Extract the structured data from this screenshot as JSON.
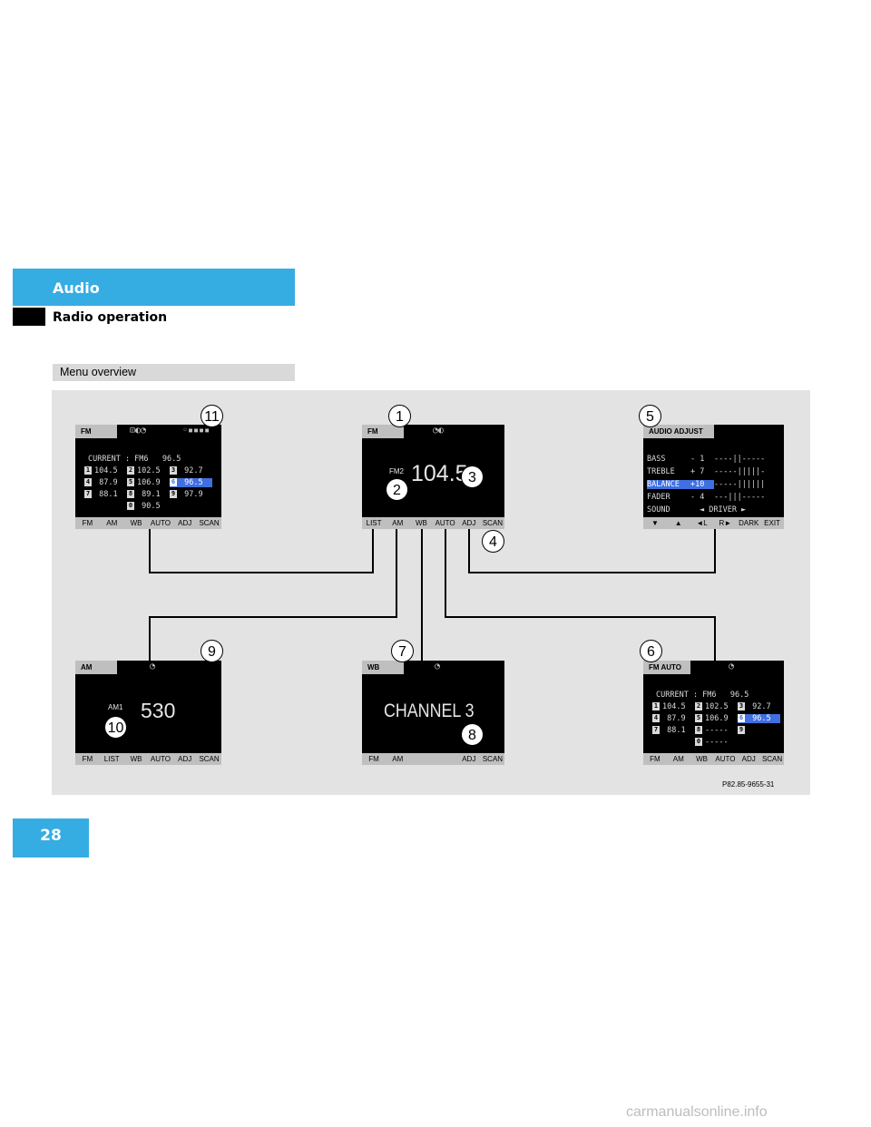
{
  "header": {
    "section": "Audio",
    "subsection": "Radio operation"
  },
  "menu_overview_label": "Menu overview",
  "page_number": "28",
  "watermark": "carmanualsonline.info",
  "figure_code": "P82.85-9655-31",
  "screens": {
    "s11": {
      "tab": "FM",
      "current": "CURRENT : FM6   96.5",
      "presets": [
        [
          "1",
          "104.5",
          "2",
          "102.5",
          "3",
          " 92.7"
        ],
        [
          "4",
          " 87.9",
          "5",
          "106.9",
          "6",
          " 96.5"
        ],
        [
          "7",
          " 88.1",
          "8",
          " 89.1",
          "9",
          " 97.9"
        ]
      ],
      "preset_extra": [
        "0",
        " 90.5"
      ],
      "softkeys": [
        "FM",
        "AM",
        "WB",
        "AUTO",
        "ADJ",
        "SCAN"
      ]
    },
    "s1": {
      "tab": "FM",
      "band_small": "FM2",
      "frequency": "104.5",
      "softkeys": [
        "LIST",
        "AM",
        "WB",
        "AUTO",
        "ADJ",
        "SCAN"
      ]
    },
    "s5": {
      "tab": "AUDIO ADJUST",
      "rows": [
        {
          "label": "BASS",
          "value": "- 1",
          "bar": "----||-----"
        },
        {
          "label": "TREBLE",
          "value": "+ 7",
          "bar": "-----|||||-"
        },
        {
          "label": "BALANCE",
          "value": "+10",
          "bar": "-----||||||"
        },
        {
          "label": "FADER",
          "value": "- 4",
          "bar": "---|||-----"
        },
        {
          "label": "SOUND",
          "value": "",
          "bar": "◄ DRIVER ►"
        }
      ],
      "softkeys": [
        "▼",
        "▲",
        "◄L",
        "R►",
        "DARK",
        "EXIT"
      ]
    },
    "s9": {
      "tab": "AM",
      "band_small": "AM1",
      "frequency": "530",
      "softkeys": [
        "FM",
        "LIST",
        "WB",
        "AUTO",
        "ADJ",
        "SCAN"
      ]
    },
    "s7": {
      "tab": "WB",
      "channel": "CHANNEL 3",
      "softkeys": [
        "FM",
        "AM",
        "",
        "",
        "ADJ",
        "SCAN"
      ]
    },
    "s6": {
      "tab": "FM AUTO",
      "current": "CURRENT : FM6   96.5",
      "presets": [
        [
          "1",
          "104.5",
          "2",
          "102.5",
          "3",
          " 92.7"
        ],
        [
          "4",
          " 87.9",
          "5",
          "106.9",
          "6",
          " 96.5"
        ],
        [
          "7",
          " 88.1",
          "8",
          "-----",
          "9",
          "     "
        ]
      ],
      "preset_extra": [
        "0",
        "-----"
      ],
      "softkeys": [
        "FM",
        "AM",
        "WB",
        "AUTO",
        "ADJ",
        "SCAN"
      ]
    }
  },
  "callouts": [
    "1",
    "2",
    "3",
    "4",
    "5",
    "6",
    "7",
    "8",
    "9",
    "10",
    "11"
  ]
}
